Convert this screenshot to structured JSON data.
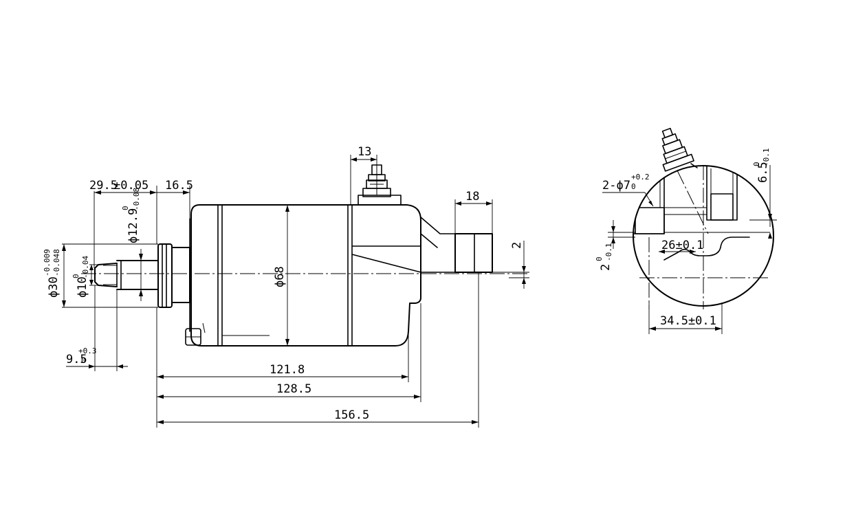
{
  "drawing": {
    "main_view": {
      "dim_flange_offset": "29.5",
      "dim_flange_offset_tol": "±0.05",
      "dim_flange_width": "16.5",
      "dim_shaft_diameter_prefix": "ϕ12.9",
      "dim_shaft_diameter_tol_upper": "0",
      "dim_shaft_diameter_tol_lower": "-0.08",
      "dim_pilot_prefix": "ϕ30",
      "dim_pilot_tol_upper": "-0.009",
      "dim_pilot_tol_lower": "-0.048",
      "dim_spline_prefix": "ϕ10",
      "dim_spline_tol_upper": "0",
      "dim_spline_tol_lower": "-0.04",
      "dim_body_diameter": "ϕ68",
      "dim_terminal_width": "13",
      "dim_bracket_width": "18",
      "dim_bracket_offset": "2",
      "dim_shaft_end": "9.5",
      "dim_shaft_end_tol_upper": "+0.3",
      "dim_shaft_end_tol_lower": "0",
      "dim_length_1": "121.8",
      "dim_length_2": "128.5",
      "dim_length_3": "156.5"
    },
    "end_view": {
      "dim_holes_prefix": "2-ϕ7",
      "dim_holes_tol_upper": "+0.2",
      "dim_holes_tol_lower": "0",
      "dim_hole_depth": "6.5",
      "dim_hole_depth_tol_upper": "0",
      "dim_hole_depth_tol_lower": "-0.1",
      "dim_hole_spacing": "26±0.1",
      "dim_side_offset": "2",
      "dim_side_offset_tol_upper": "0",
      "dim_side_offset_tol_lower": "-0.1",
      "dim_center_offset": "34.5±0.1"
    }
  }
}
